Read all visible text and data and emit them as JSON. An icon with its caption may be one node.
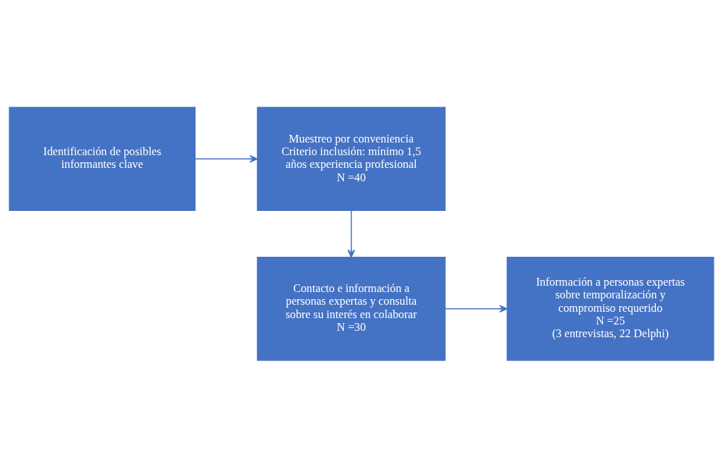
{
  "diagram": {
    "nodes": [
      {
        "text": [
          "Identificación de posibles informantes clave"
        ]
      },
      {
        "text": [
          "Muestreo por conveniencia",
          "Criterio inclusión: mínimo 1,5 años experiencia profesional",
          "N =40"
        ]
      },
      {
        "text": [
          "Contacto e información a personas expertas y consulta sobre su interés en colaborar",
          "N =30"
        ]
      },
      {
        "text": [
          "Información a personas expertas sobre temporalización y compromiso requerido",
          "N =25",
          "(3 entrevistas, 22 Delphi)"
        ]
      }
    ],
    "edges": [
      {
        "from": 0,
        "to": 1,
        "arrow": "to"
      },
      {
        "from": 1,
        "to": 2,
        "arrow": "to"
      },
      {
        "from": 2,
        "to": 3,
        "arrow": "to"
      }
    ]
  }
}
